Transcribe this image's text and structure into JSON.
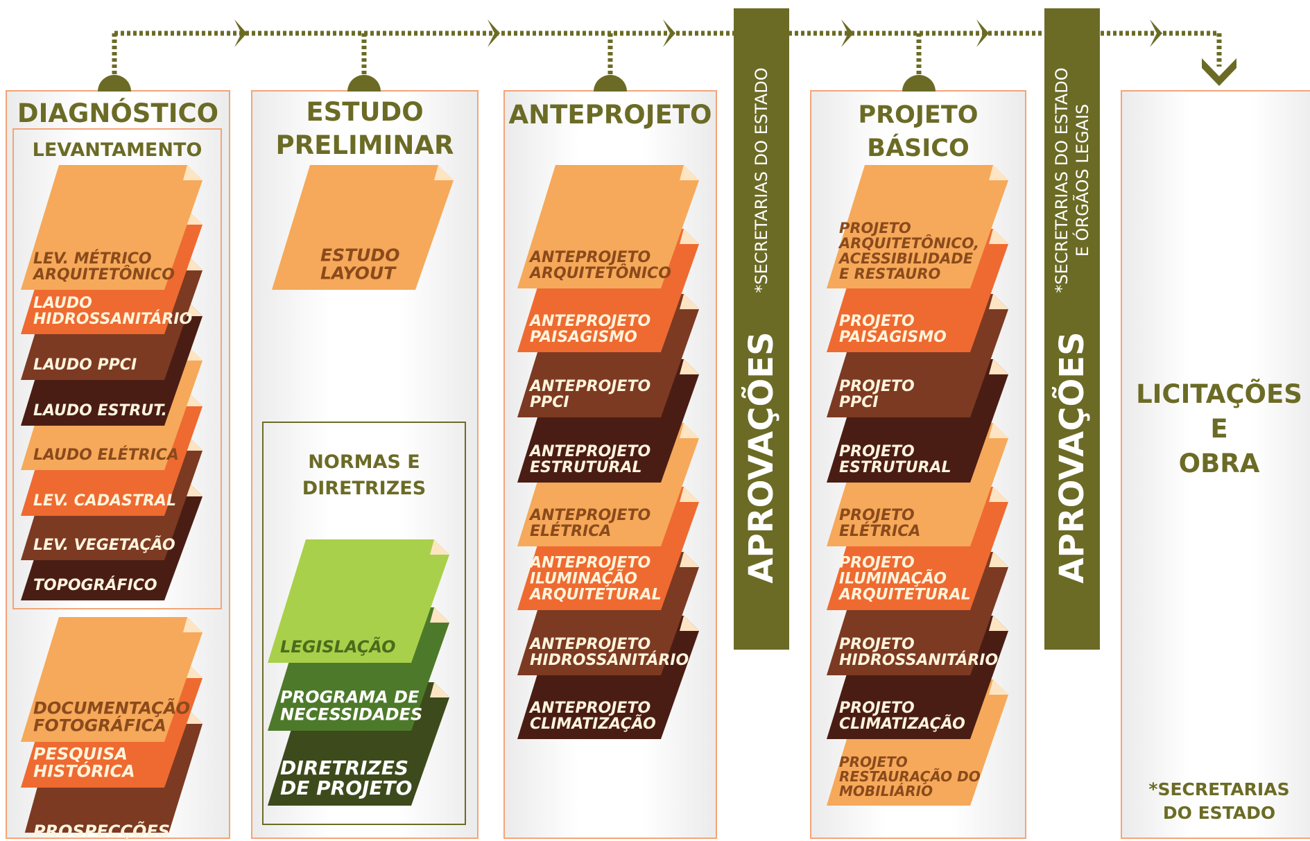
{
  "columns": [
    {
      "title": "DIAGNÓSTICO",
      "subgroups": [
        {
          "title": "LEVANTAMENTO",
          "items": [
            "LEV. MÉTRICO\nARQUITETÔNICO",
            "LAUDO\nHIDROSSANITÁRIO",
            "LAUDO PPCI",
            "LAUDO ESTRUT.",
            "LAUDO ELÉTRICA",
            "LEV. CADASTRAL",
            "LEV. VEGETAÇÃO",
            "TOPOGRÁFICO"
          ]
        },
        {
          "title": "",
          "items": [
            "DOCUMENTAÇÃO\nFOTOGRÁFICA",
            "PESQUISA\nHISTÓRICA",
            "PROSPECÇÕES"
          ]
        }
      ]
    },
    {
      "title": "ESTUDO\nPRELIMINAR",
      "subgroups": [
        {
          "title": "",
          "items": [
            "ESTUDO\nLAYOUT"
          ]
        },
        {
          "title": "NORMAS E\nDIRETRIZES",
          "items": [
            "LEGISLAÇÃO",
            "PROGRAMA DE\nNECESSIDADES",
            "DIRETRIZES\nDE PROJETO"
          ]
        }
      ]
    },
    {
      "title": "ANTEPROJETO",
      "subgroups": [
        {
          "title": "",
          "items": [
            "ANTEPROJETO\nARQUITETÔNICO",
            "ANTEPROJETO\nPAISAGISMO",
            "ANTEPROJETO\nPPCI",
            "ANTEPROJETO\nESTRUTURAL",
            "ANTEPROJETO\nELÉTRICA",
            "ANTEPROJETO\nILUMINAÇÃO\nARQUITETURAL",
            "ANTEPROJETO\nHIDROSSANITÁRIO",
            "ANTEPROJETO\nCLIMATIZAÇÃO"
          ]
        }
      ]
    },
    {
      "title": "PROJETO BÁSICO",
      "subgroups": [
        {
          "title": "",
          "items": [
            "PROJETO\nARQUITETÔNICO,\nACESSIBILIDADE\nE RESTAURO",
            "PROJETO\nPAISAGISMO",
            "PROJETO\nPPCI",
            "PROJETO\nESTRUTURAL",
            "PROJETO\nELÉTRICA",
            "PROJETO\nILUMINAÇÃO\nARQUITETURAL",
            "PROJETO\nHIDROSSANITÁRIO",
            "PROJETO\nCLIMATIZAÇÃO",
            "PROJETO\nRESTAURAÇÃO DO\nMOBILIÁRIO"
          ]
        }
      ]
    }
  ],
  "approvals": [
    {
      "label": "APROVAÇÕES",
      "note": "*SECRETARIAS DO ESTADO"
    },
    {
      "label": "APROVAÇÕES",
      "note": "*SECRETARIAS DO ESTADO\nE ÓRGÃOS LEGAIS"
    }
  ],
  "final_stage": {
    "title": "LICITAÇÕES\nE\nOBRA",
    "note": "*SECRETARIAS\nDO ESTADO"
  },
  "colors": {
    "olive": "#6b6b26",
    "column_border": "#f3a477",
    "palette_orange": [
      "#f6a95a",
      "#ee6a31",
      "#7c3a22",
      "#4a1d14"
    ],
    "palette_green": [
      "#a8d04a",
      "#4d7a2a",
      "#3d4a1c"
    ]
  }
}
